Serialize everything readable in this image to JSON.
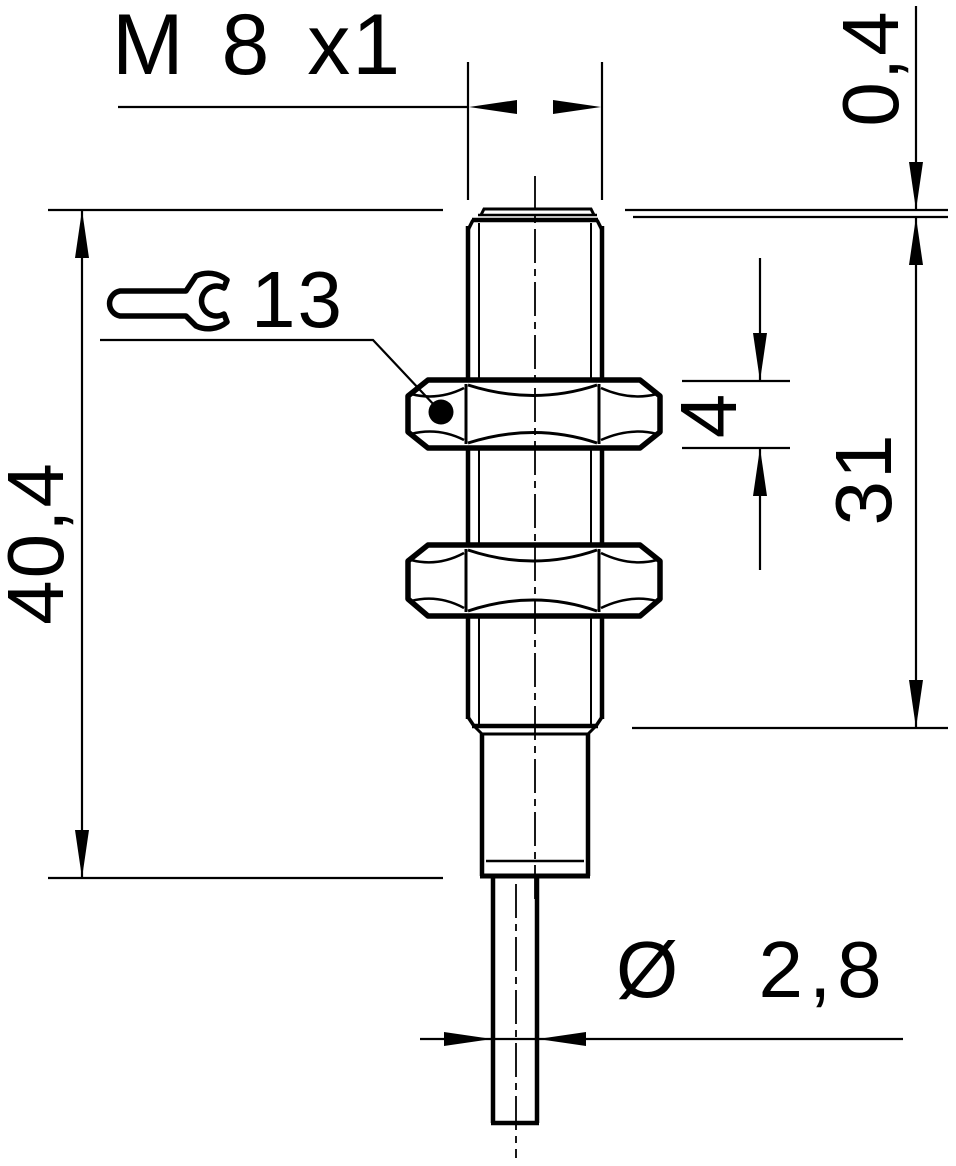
{
  "drawing": {
    "type": "technical-dimension-drawing",
    "subject": "M8 threaded cylindrical sensor with two hex nuts and cable outlet",
    "background_color": "#ffffff",
    "line_color": "#000000",
    "labels": {
      "thread": "M 8 x1",
      "face_protrusion": "0,4",
      "wrench_size": "13",
      "nut_height": "4",
      "thread_length": "31",
      "housing_length": "40,4",
      "cable_diameter": "Ø 2,8"
    }
  }
}
